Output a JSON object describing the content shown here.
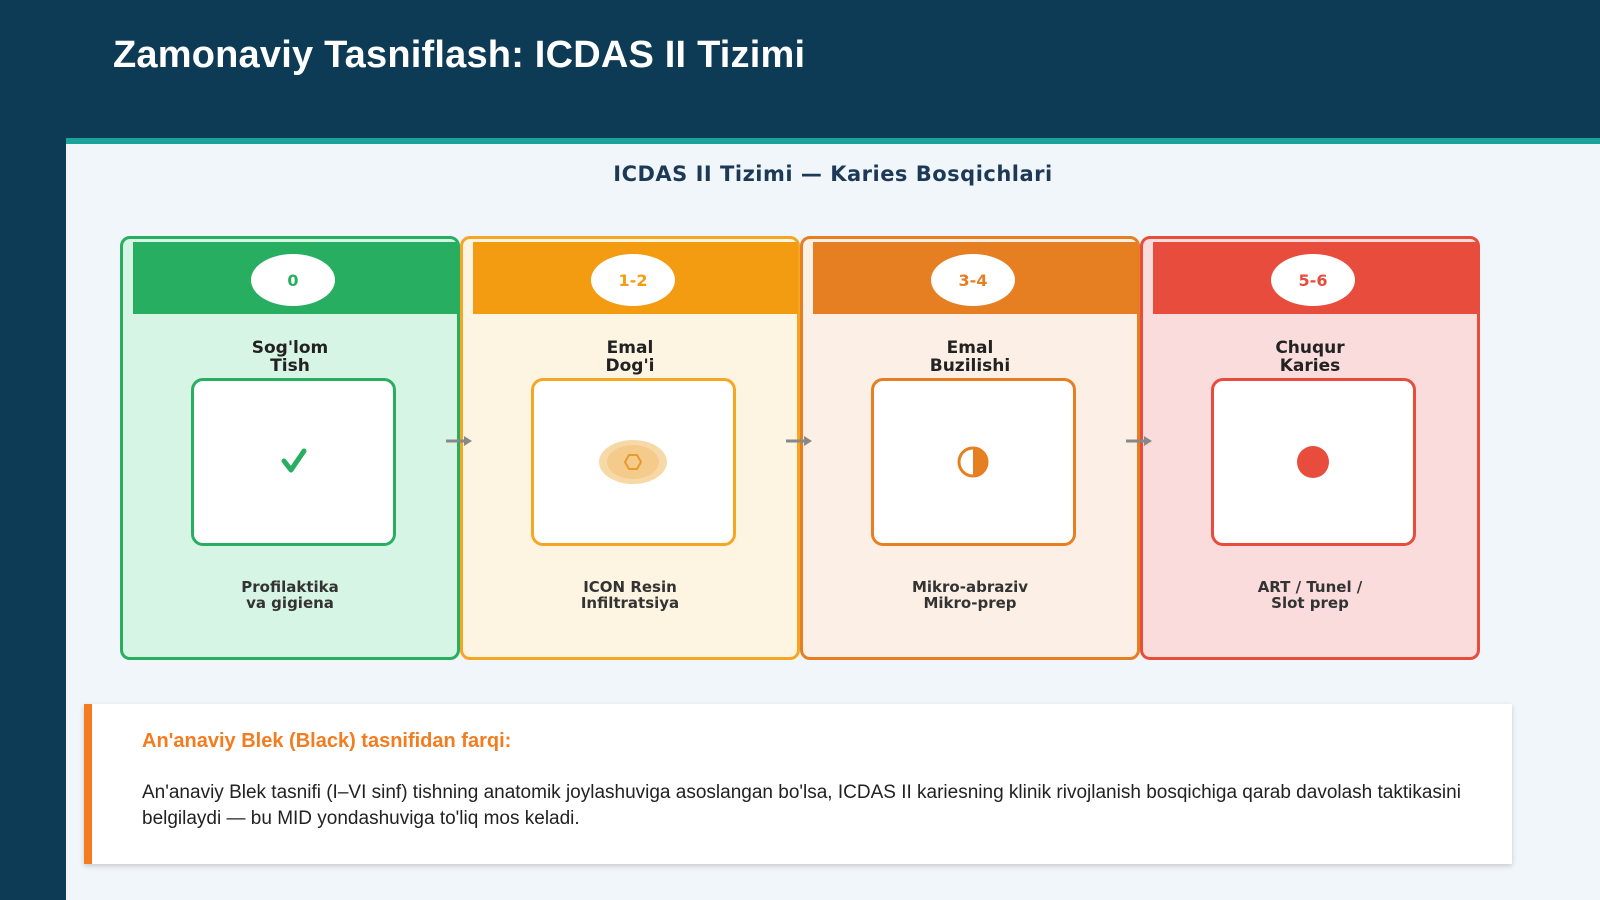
{
  "slide": {
    "title": "Zamonaviy Tasniflash: ICDAS II Tizimi"
  },
  "diagram": {
    "title": "ICDAS II Tizimi — Karies Bosqichlari",
    "stages": [
      {
        "code": "0",
        "name_line1": "Sog'lom",
        "name_line2": "Tish",
        "treat_line1": "Profilaktika",
        "treat_line2": "va gigiena",
        "icon": "check-icon",
        "colors": {
          "head": "#27ae60",
          "border": "#27ae60",
          "fill": "#d7f5e4"
        }
      },
      {
        "code": "1-2",
        "name_line1": "Emal",
        "name_line2": "Dog'i",
        "treat_line1": "ICON Resin",
        "treat_line2": "Infiltratsiya",
        "icon": "white-spot-icon",
        "colors": {
          "head": "#f39c12",
          "border": "#f5a623",
          "fill": "#fdf5e2"
        }
      },
      {
        "code": "3-4",
        "name_line1": "Emal",
        "name_line2": "Buzilishi",
        "treat_line1": "Mikro-abraziv",
        "treat_line2": "Mikro-prep",
        "icon": "half-circle-icon",
        "colors": {
          "head": "#e67e22",
          "border": "#e67e22",
          "fill": "#fcefe6"
        }
      },
      {
        "code": "5-6",
        "name_line1": "Chuqur",
        "name_line2": "Karies",
        "treat_line1": "ART / Tunel /",
        "treat_line2": "Slot prep",
        "icon": "cavity-dot-icon",
        "colors": {
          "head": "#e74c3c",
          "border": "#e74c3c",
          "fill": "#fbdcdc"
        }
      }
    ]
  },
  "note": {
    "title": "An'anaviy Blek (Black) tasnifidan farqi:",
    "body": "An'anaviy Blek tasnifi (I–VI sinf) tishning anatomik joylashuviga asoslangan bo'lsa, ICDAS II kariesning klinik rivojlanish bosqichiga qarab davolash taktikasini belgilaydi — bu MID yondashuviga to'liq mos keladi."
  },
  "colors": {
    "navy": "#0d3b55",
    "teal": "#1aa39a",
    "accent": "#f47c20"
  }
}
